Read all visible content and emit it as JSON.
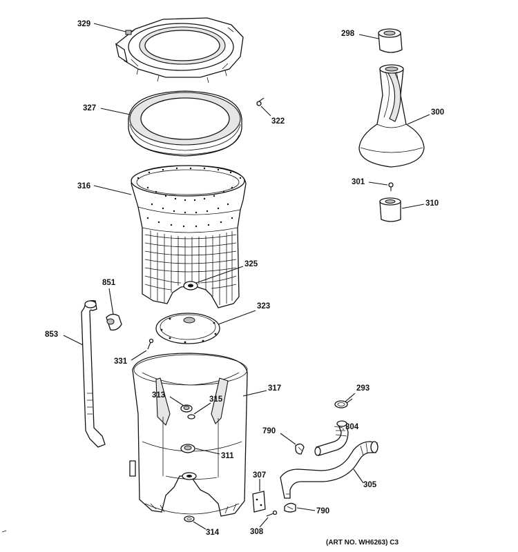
{
  "parts": {
    "p329": "329",
    "p327": "327",
    "p322": "322",
    "p316": "316",
    "p325": "325",
    "p323": "323",
    "p331": "331",
    "p851": "851",
    "p853": "853",
    "p317": "317",
    "p313": "313",
    "p315": "315",
    "p311": "311",
    "p314": "314",
    "p298": "298",
    "p300": "300",
    "p301": "301",
    "p310": "310",
    "p293": "293",
    "p304": "304",
    "p790a": "790",
    "p790b": "790",
    "p305": "305",
    "p307": "307",
    "p308": "308"
  },
  "art_number": "(ART NO. WH6263) C3"
}
